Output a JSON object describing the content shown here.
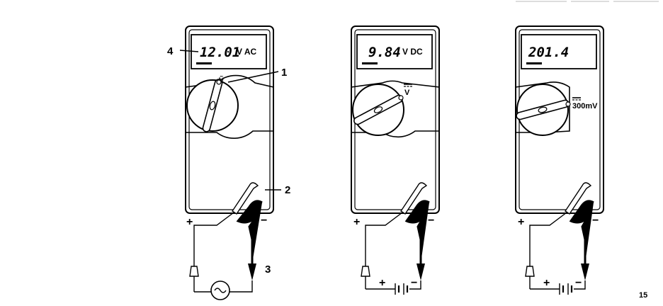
{
  "meters": [
    {
      "display_value": "12.01",
      "display_unit": "V AC",
      "mode_label": "Ṽ",
      "probe_positive_label": "+",
      "probe_negative_label": "−",
      "source_type": "ac-source"
    },
    {
      "display_value": "9.84",
      "display_unit": "V DC",
      "mode_label": "V",
      "probe_positive_label": "+",
      "probe_negative_label": "−",
      "source_type": "battery",
      "battery_plus": "+",
      "battery_minus": "−"
    },
    {
      "display_value": "201.4",
      "display_unit": "",
      "mode_label": "300mV",
      "probe_positive_label": "+",
      "probe_negative_label": "−",
      "source_type": "battery",
      "battery_plus": "+",
      "battery_minus": "−"
    }
  ],
  "callouts": [
    "1",
    "2",
    "3",
    "4"
  ],
  "page_number": "15"
}
